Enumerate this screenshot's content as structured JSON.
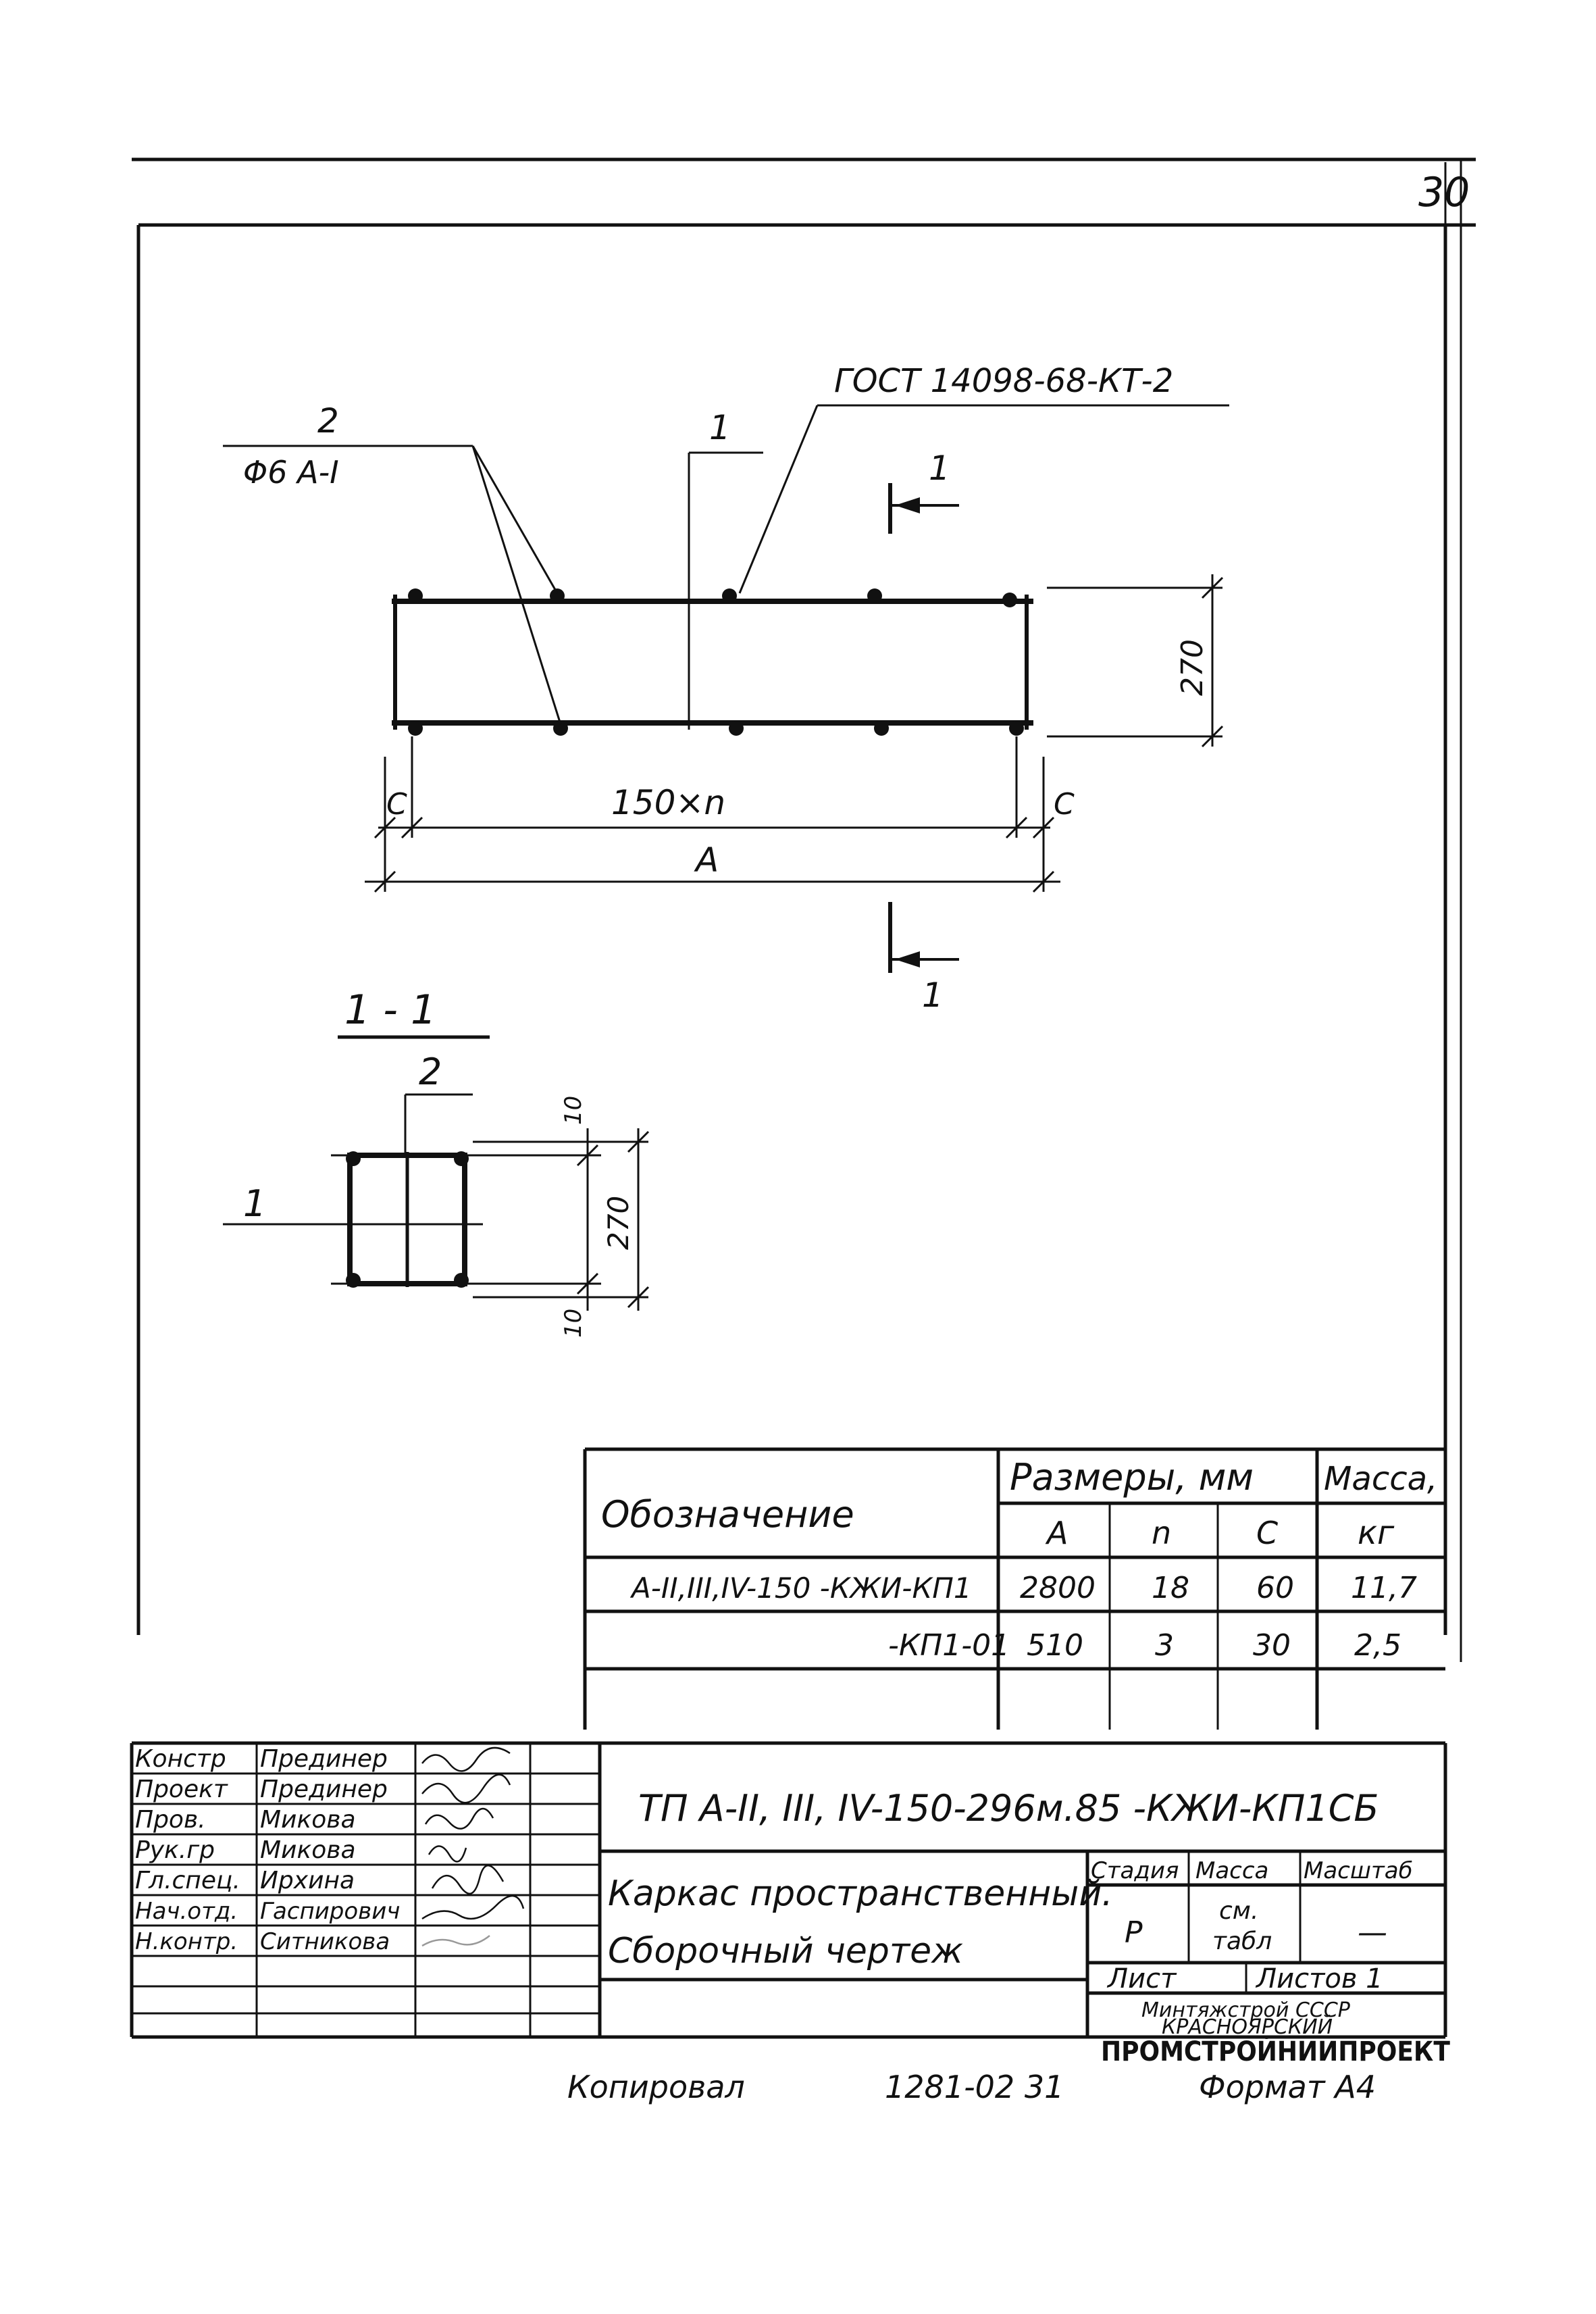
{
  "sheet_number": "30",
  "plan": {
    "gost_label": "ГОСТ 14098-68-КТ-2",
    "pos_number": "2",
    "pos_spec": "Φ6 A-I",
    "section_mark": "1",
    "dim_height": "270",
    "dim_pitch": "150×n",
    "dim_c": "C",
    "dim_total": "A"
  },
  "section": {
    "title": "1 - 1",
    "pos_number_top": "2",
    "pos_number_left": "1",
    "dim_offset_top": "10",
    "dim_height": "270",
    "dim_offset_bottom": "10"
  },
  "spec_table": {
    "header_designation": "Обозначение",
    "header_dimensions": "Размеры, мм",
    "header_mass": "Масса,",
    "header_mass_unit": "кг",
    "col_a": "A",
    "col_n": "n",
    "col_c": "C",
    "rows": [
      {
        "designation": "A-II,III,IV-150  -КЖИ-КП1",
        "a": "2800",
        "n": "18",
        "c": "60",
        "mass": "11,7"
      },
      {
        "designation": "-КП1-01",
        "a": "510",
        "n": "3",
        "c": "30",
        "mass": "2,5"
      }
    ]
  },
  "title_block": {
    "roles": [
      {
        "role": "Констр",
        "name": "Прединер"
      },
      {
        "role": "Проект",
        "name": "Прединер"
      },
      {
        "role": "Пров.",
        "name": "Микова"
      },
      {
        "role": "Рук.гр",
        "name": "Микова"
      },
      {
        "role": "Гл.спец.",
        "name": "Ирхина"
      },
      {
        "role": "Нач.отд.",
        "name": "Гаспирович"
      },
      {
        "role": "Н.контр.",
        "name": "Ситникова"
      }
    ],
    "doc_code": "ТП A-II, III, IV-150-296м.85 -КЖИ-КП1СБ",
    "drawing_title_1": "Каркас пространственный.",
    "drawing_title_2": "Сборочный чертеж",
    "stage_label": "Стадия",
    "mass_label": "Масса",
    "scale_label": "Масштаб",
    "stage_value": "Р",
    "mass_value_1": "см.",
    "mass_value_2": "табл",
    "scale_value": "—",
    "sheet_label": "Лист",
    "sheets_label": "Листов 1",
    "org_1": "Минтяжстрой СССР",
    "org_2": "КРАСНОЯРСКИЙ",
    "org_3": "ПРОМСТРОЙНИИПРОЕКТ"
  },
  "footer": {
    "copied": "Копировал",
    "number": "1281-02  31",
    "format": "Формат А4"
  }
}
